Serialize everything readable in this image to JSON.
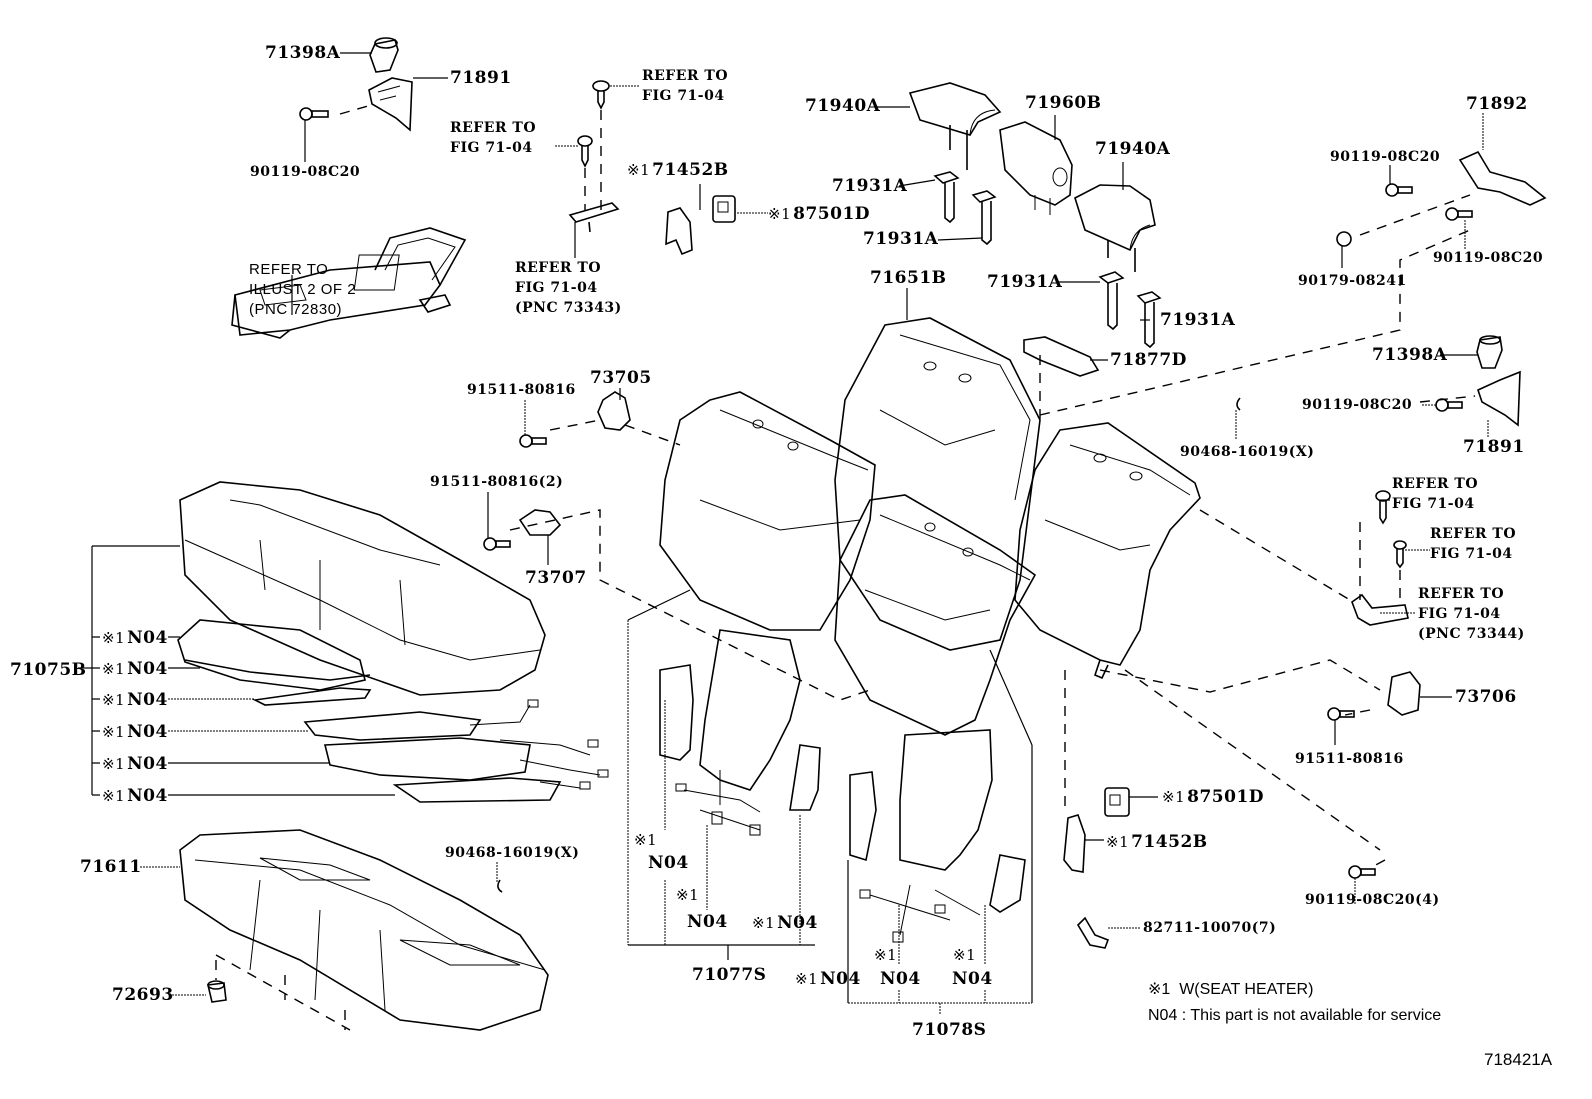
{
  "diagram": {
    "title": "Rear seat & seat track parts illustration",
    "illustration_id": "718421A",
    "legend": {
      "mark": "※1",
      "mark_meaning": "W(SEAT  HEATER)",
      "n04_note": "N04 : This part is not available for service"
    },
    "labels": {
      "p71398A_left": "71398A",
      "p71891_left": "71891",
      "p90119_left": "90119-08C20",
      "ref_a": "REFER TO\nFIG 71-04",
      "ref_b": "REFER TO\nFIG 71-04",
      "ref_c": "REFER TO\nFIG 71-04\n(PNC 73343)",
      "p71452B_top": "71452B",
      "p87501D_top": "87501D",
      "ref_armrest": "REFER TO\nILLUST 2 OF 2\n(PNC 72830)",
      "p71940A_left": "71940A",
      "p71960B": "71960B",
      "p71940A_right": "71940A",
      "p71931A_1": "71931A",
      "p71931A_2": "71931A",
      "p71931A_3": "71931A",
      "p71931A_4": "71931A",
      "p71651B": "71651B",
      "p71877D": "71877D",
      "p73705": "73705",
      "p91511_a": "91511-80816",
      "p91511_b": "91511-80816(2)",
      "p73707": "73707",
      "p71892": "71892",
      "p90119_r1": "90119-08C20",
      "p90119_r2": "90119-08C20",
      "p90179": "90179-08241",
      "p71398A_right": "71398A",
      "p90119_r3": "90119-08C20",
      "p71891_right": "71891",
      "p90468_a": "90468-16019(X)",
      "ref_d": "REFER TO\nFIG 71-04",
      "ref_e": "REFER TO\nFIG 71-04",
      "ref_f": "REFER TO\nFIG 71-04\n(PNC 73344)",
      "p73706": "73706",
      "p91511_c": "91511-80816",
      "p87501D_bottom": "87501D",
      "p71452B_bottom": "71452B",
      "p90119_4": "90119-08C20(4)",
      "p82711": "82711-10070(7)",
      "p71075B": "71075B",
      "n04": "N04",
      "p71611": "71611",
      "p90468_b": "90468-16019(X)",
      "p72693": "72693",
      "p71077S": "71077S",
      "p71078S": "71078S"
    }
  }
}
